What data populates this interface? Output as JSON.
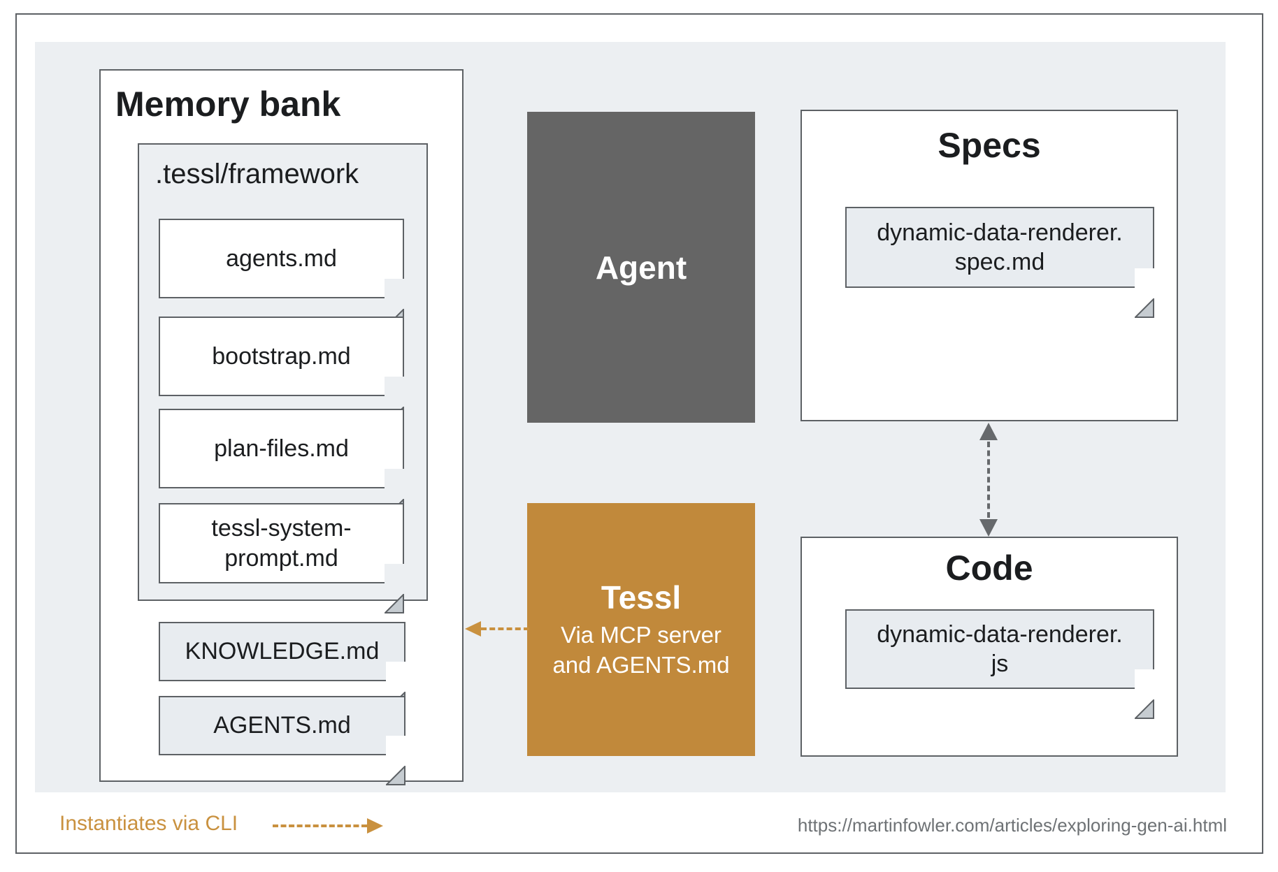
{
  "memory_bank": {
    "title": "Memory bank",
    "framework": {
      "title": ".tessl/framework",
      "files": [
        "agents.md",
        "bootstrap.md",
        "plan-files.md",
        "tessl-system-\nprompt.md"
      ]
    },
    "root_files": [
      "KNOWLEDGE.md",
      "AGENTS.md"
    ]
  },
  "agent": {
    "title": "Agent"
  },
  "tessl": {
    "title": "Tessl",
    "subtitle": "Via MCP server\nand AGENTS.md"
  },
  "specs": {
    "title": "Specs",
    "file": "dynamic-data-renderer.\nspec.md"
  },
  "code": {
    "title": "Code",
    "file": "dynamic-data-renderer.\njs"
  },
  "legend": {
    "instantiates_label": "Instantiates via CLI"
  },
  "footer": {
    "source_url": "https://martinfowler.com/articles/exploring-gen-ai.html"
  },
  "colors": {
    "panel_gray": "#ECEFF2",
    "border_gray": "#5d6165",
    "agent_gray": "#656565",
    "tessl_ochre": "#C1893B",
    "arrow_orange": "#C9913F",
    "arrow_gray": "#66696c",
    "card_gray": "#E8ECF0"
  }
}
